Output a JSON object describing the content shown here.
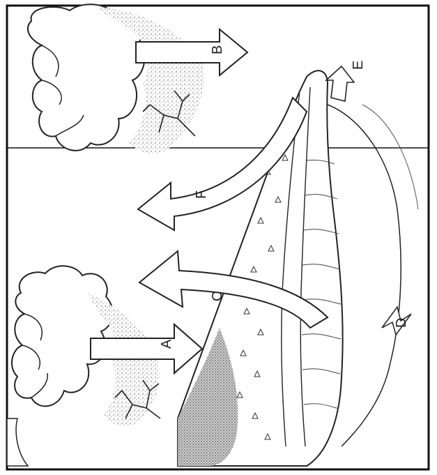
{
  "labels": {
    "a": "A",
    "b": "B",
    "c": "C",
    "d": "D",
    "e": "E",
    "f": "F"
  },
  "colors": {
    "ink": "#222222",
    "stipple": "#9a9a9a",
    "paper": "#ffffff",
    "border": "#111111"
  }
}
